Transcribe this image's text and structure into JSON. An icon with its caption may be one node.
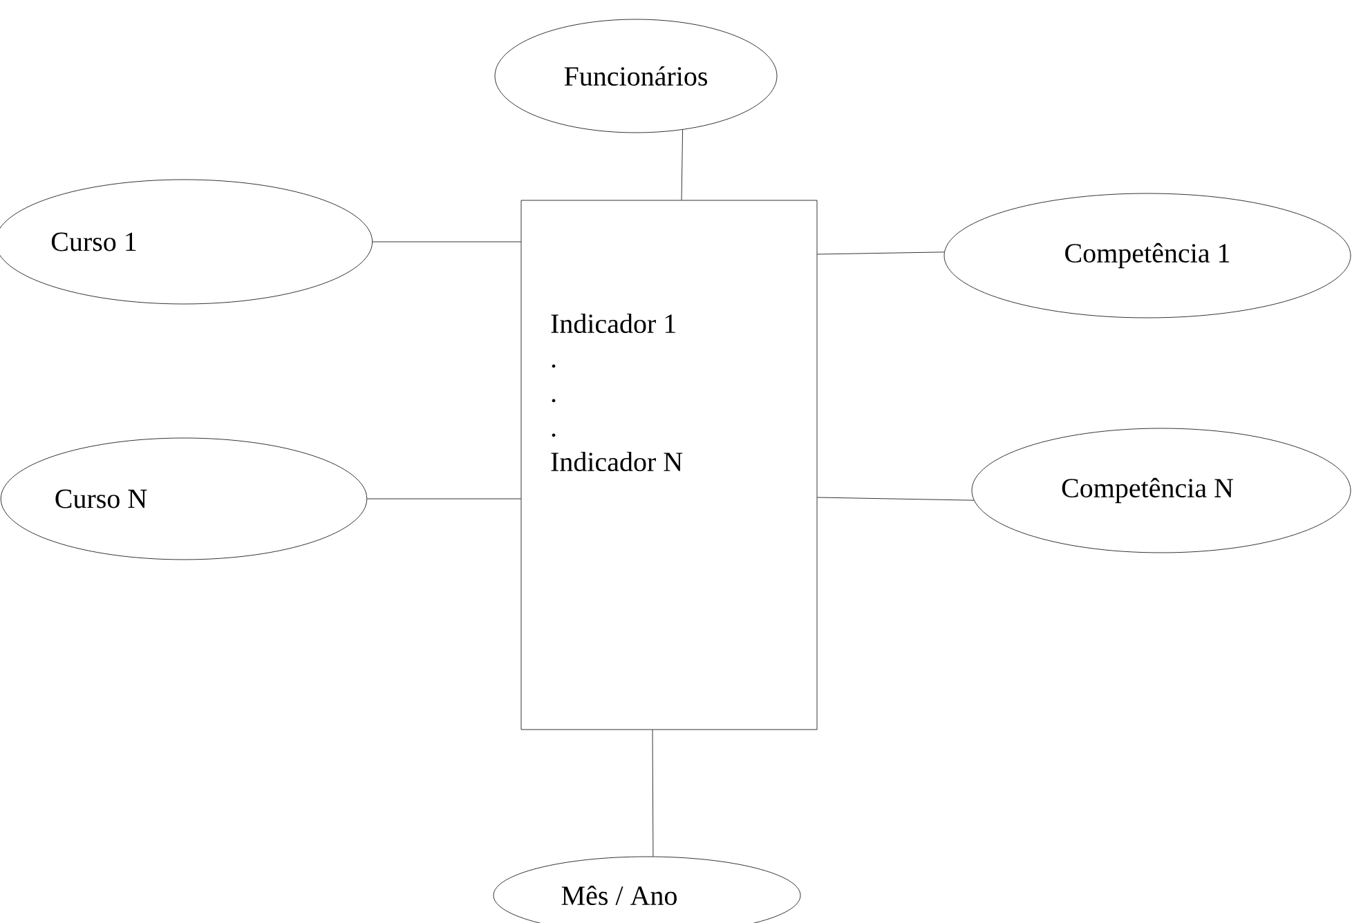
{
  "diagram": {
    "nodes": [
      {
        "text": [
          "Funcionários"
        ]
      },
      {
        "text": [
          "Curso 1"
        ]
      },
      {
        "text": [
          "Indicador 1",
          ".",
          ".",
          ".",
          "Indicador N"
        ]
      },
      {
        "text": [
          "Competência 1"
        ]
      },
      {
        "text": [
          "Curso N"
        ]
      },
      {
        "text": [
          "Competência N"
        ]
      },
      {
        "text": [
          "Mês / Ano"
        ]
      }
    ],
    "edges": [
      {
        "from": 0,
        "to": 2,
        "arrow": "none"
      },
      {
        "from": 1,
        "to": 2,
        "arrow": "none"
      },
      {
        "from": 2,
        "to": 3,
        "arrow": "none"
      },
      {
        "from": 4,
        "to": 2,
        "arrow": "none"
      },
      {
        "from": 2,
        "to": 5,
        "arrow": "none"
      },
      {
        "from": 2,
        "to": 6,
        "arrow": "none"
      }
    ]
  }
}
